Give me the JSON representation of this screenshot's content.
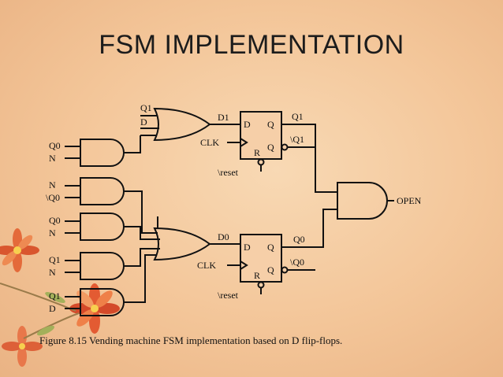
{
  "slide": {
    "title": "FSM IMPLEMENTATION",
    "caption": "Figure 8.15     Vending machine FSM implementation based on  D flip-flops."
  },
  "diagram": {
    "and_gate_inputs": [
      [
        "Q0",
        "N"
      ],
      [
        "N",
        "\\Q0"
      ],
      [
        "Q0",
        "N"
      ],
      [
        "Q1",
        "N"
      ],
      [
        "Q1",
        "D"
      ]
    ],
    "or_gate_top_inputs": [
      "Q1",
      "D"
    ],
    "flipflop_top": {
      "d_in": "D1",
      "d": "D",
      "q": "Q",
      "qbar": "Q",
      "clk": "CLK",
      "r": "R",
      "reset": "\\reset",
      "out_q": "Q1",
      "out_qbar": "\\Q1"
    },
    "flipflop_bottom": {
      "d_in": "D0",
      "d": "D",
      "q": "Q",
      "qbar": "Q",
      "clk": "CLK",
      "r": "R",
      "reset": "\\reset",
      "out_q": "Q0",
      "out_qbar": "\\Q0"
    },
    "output_label": "OPEN"
  }
}
